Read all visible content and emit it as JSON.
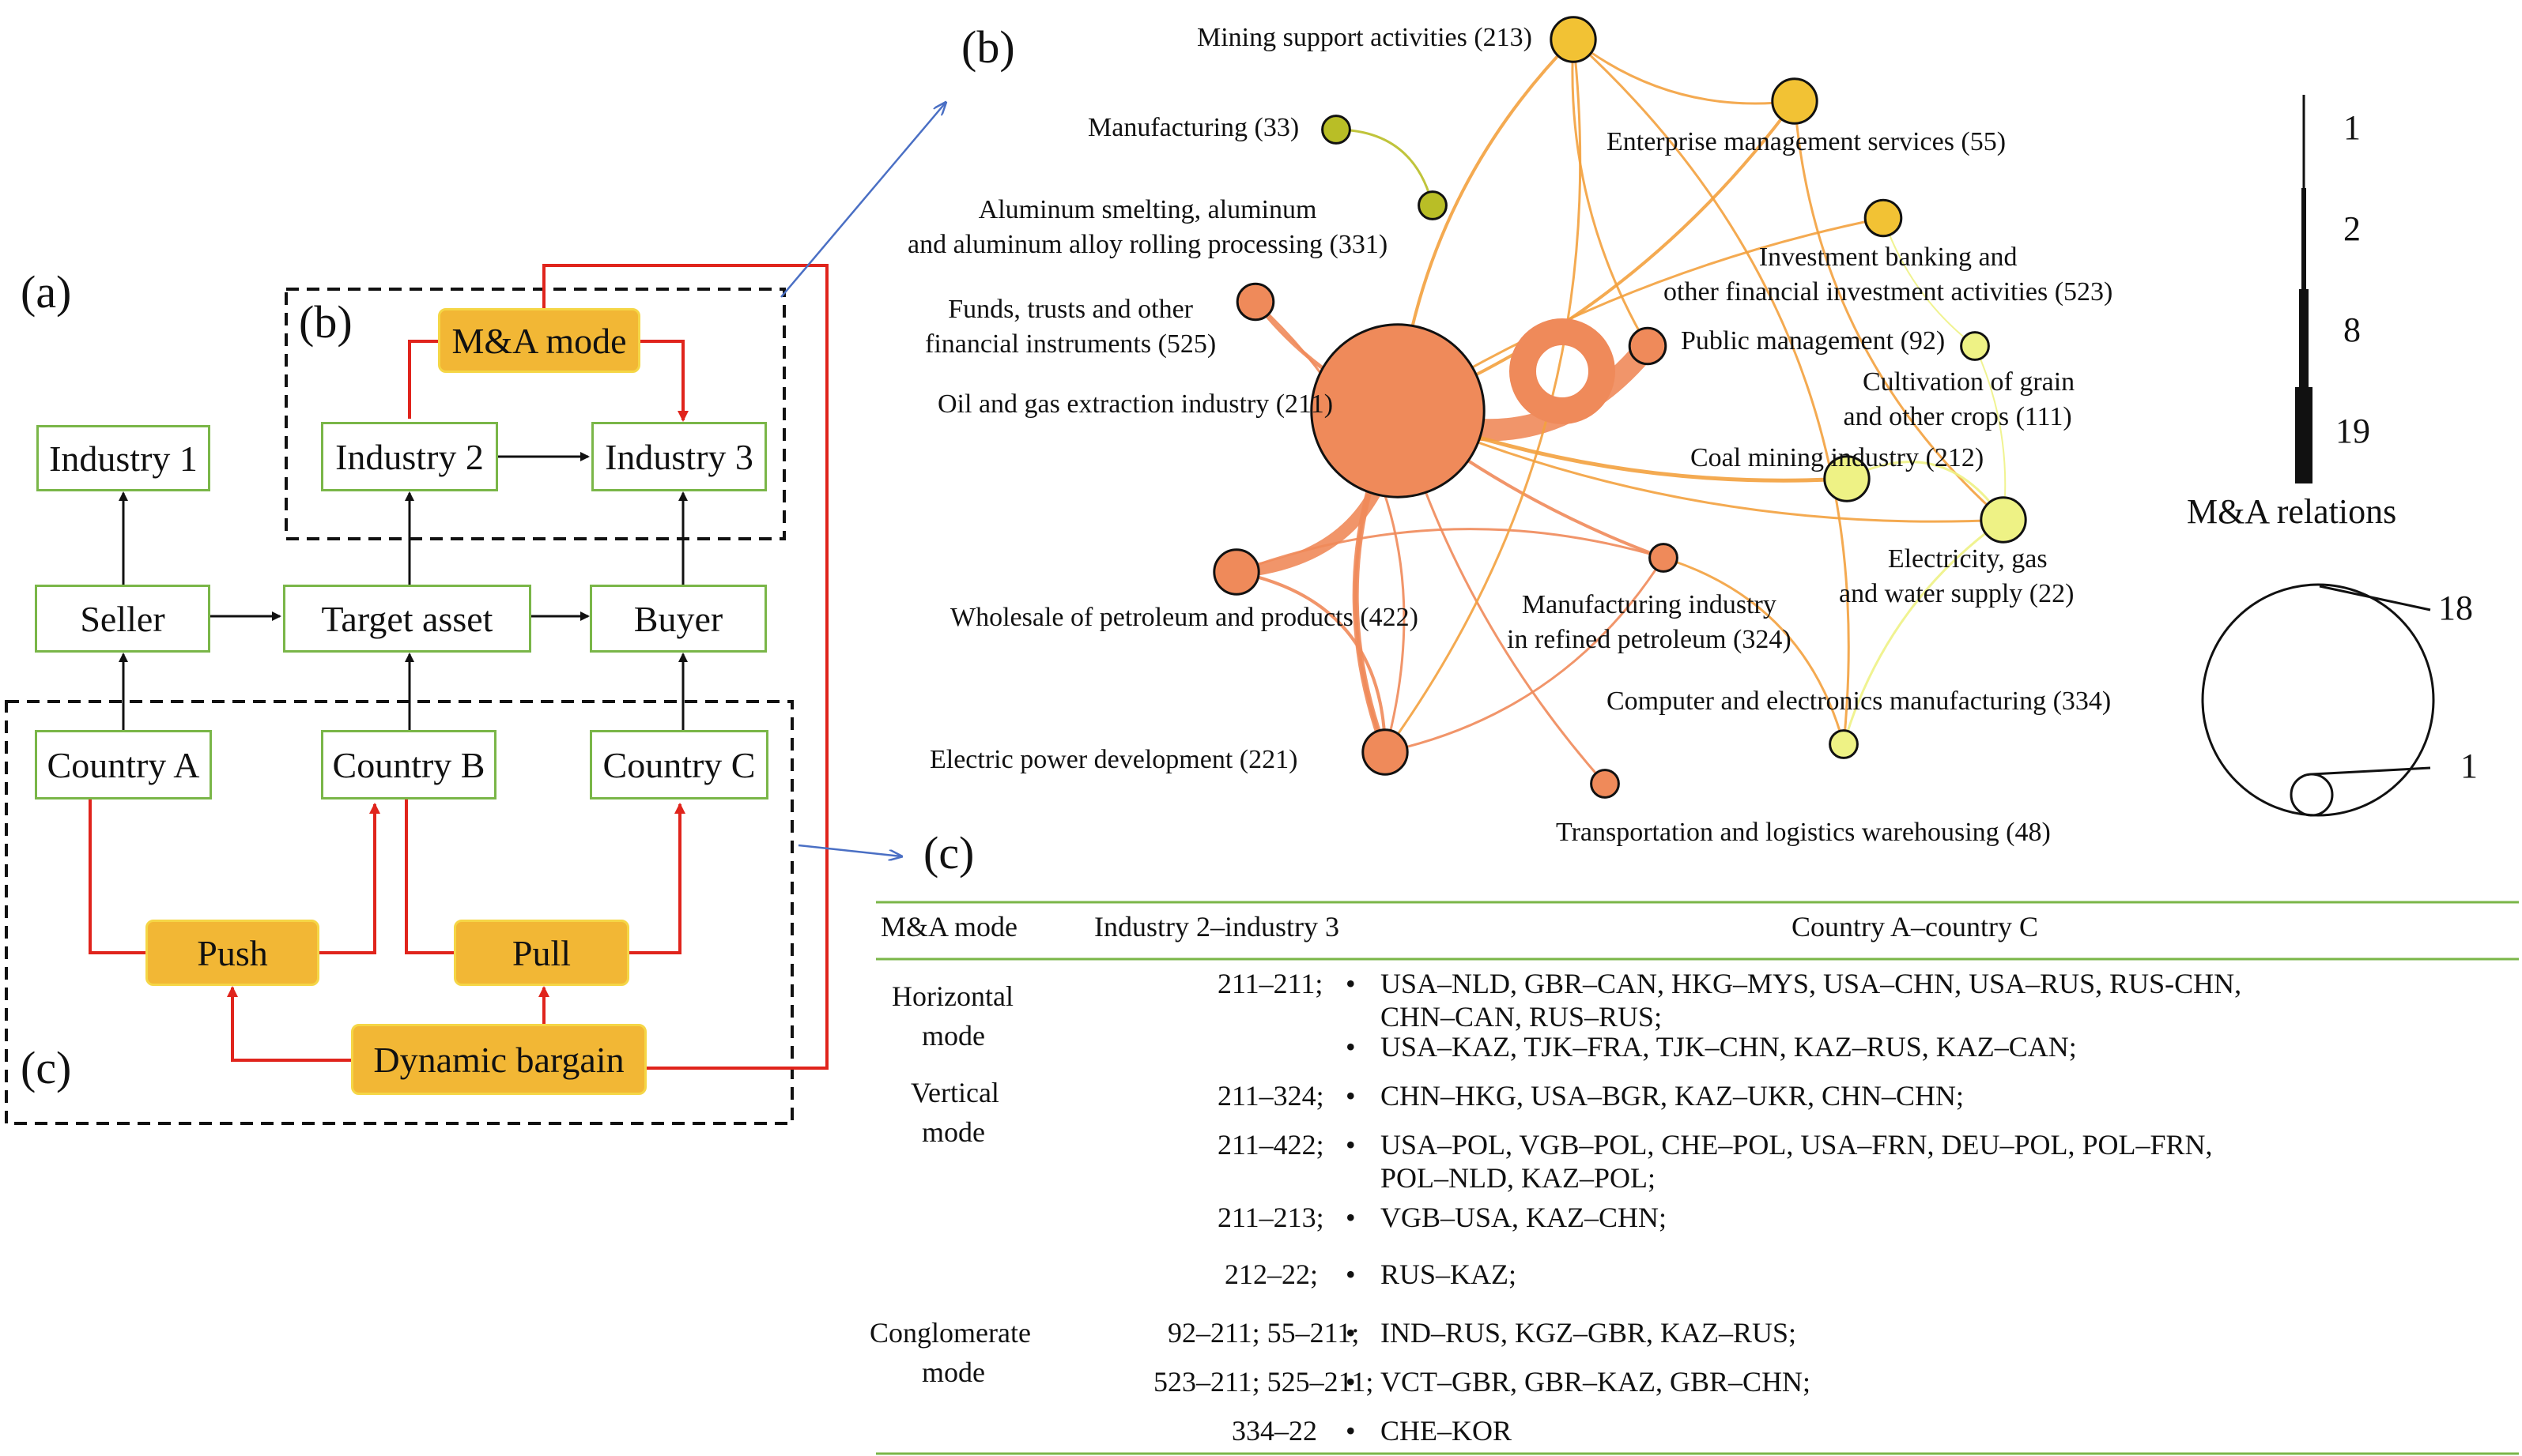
{
  "panel_a": {
    "label": "(a)",
    "label_b": "(b)",
    "label_c": "(c)",
    "industry1": "Industry 1",
    "industry2": "Industry 2",
    "industry3": "Industry 3",
    "ma_mode": "M&A mode",
    "seller": "Seller",
    "target": "Target asset",
    "buyer": "Buyer",
    "countryA": "Country A",
    "countryB": "Country B",
    "countryC": "Country C",
    "push": "Push",
    "pull": "Pull",
    "bargain": "Dynamic bargain"
  },
  "panel_b": {
    "label": "(b)",
    "nodes": [
      {
        "id": "211",
        "line1": "Oil and gas extraction industry (211)",
        "size": 18,
        "color": "#ef8a5a"
      },
      {
        "id": "213",
        "line1": "Mining support activities (213)",
        "size": 3,
        "color": "#f2c234"
      },
      {
        "id": "33",
        "line1": "Manufacturing (33)",
        "size": 1,
        "color": "#b9be26"
      },
      {
        "id": "331",
        "line1": "Aluminum smelting, aluminum",
        "line2": "and aluminum alloy rolling processing (331)",
        "size": 1,
        "color": "#b9be26"
      },
      {
        "id": "55",
        "line1": "Enterprise management services (55)",
        "size": 3,
        "color": "#f2c234"
      },
      {
        "id": "523",
        "line1": "Investment banking and",
        "line2": "other financial investment activities (523)",
        "size": 2,
        "color": "#f2c234"
      },
      {
        "id": "525",
        "line1": "Funds, trusts and other",
        "line2": "financial instruments (525)",
        "size": 2,
        "color": "#ef8a5a"
      },
      {
        "id": "92",
        "line1": "Public management (92)",
        "size": 2,
        "color": "#ef8a5a"
      },
      {
        "id": "111",
        "line1": "Cultivation of grain",
        "line2": "and other crops (111)",
        "size": 1,
        "color": "#eef285"
      },
      {
        "id": "212",
        "line1": "Coal mining industry (212)",
        "size": 3,
        "color": "#eef285"
      },
      {
        "id": "22",
        "line1": "Electricity, gas",
        "line2": "and water supply (22)",
        "size": 3,
        "color": "#eef285"
      },
      {
        "id": "422",
        "line1": "Wholesale of petroleum and products (422)",
        "size": 3,
        "color": "#ef8a5a"
      },
      {
        "id": "324",
        "line1": "Manufacturing industry",
        "line2": "in refined petroleum (324)",
        "size": 1,
        "color": "#ef8a5a"
      },
      {
        "id": "334",
        "line1": "Computer and electronics manufacturing (334)",
        "size": 1,
        "color": "#eef285"
      },
      {
        "id": "221",
        "line1": "Electric power development (221)",
        "size": 3,
        "color": "#ef8a5a"
      },
      {
        "id": "48",
        "line1": "Transportation and logistics warehousing (48)",
        "size": 1,
        "color": "#ef8a5a"
      }
    ],
    "legend": {
      "title": "M&A relations",
      "line_values": [
        "1",
        "2",
        "8",
        "19"
      ],
      "circle_max": "18",
      "circle_min": "1"
    }
  },
  "panel_c": {
    "label": "(c)",
    "headers": [
      "M&A mode",
      "Industry 2–industry 3",
      "Country A–country C"
    ],
    "modes": [
      {
        "line1": "Horizontal",
        "line2": "mode"
      },
      {
        "line1": "Vertical",
        "line2": "mode"
      },
      {
        "line1": "Conglomerate",
        "line2": "mode"
      }
    ],
    "rows": [
      {
        "industry": "211–211;",
        "countries": [
          "USA–NLD, GBR–CAN, HKG–MYS, USA–CHN, USA–RUS, RUS-CHN,",
          "CHN–CAN, RUS–RUS;"
        ]
      },
      {
        "industry": "",
        "countries": [
          "USA–KAZ, TJK–FRA, TJK–CHN, KAZ–RUS, KAZ–CAN;"
        ]
      },
      {
        "industry": "211–324;",
        "countries": [
          "CHN–HKG, USA–BGR, KAZ–UKR, CHN–CHN;"
        ]
      },
      {
        "industry": "211–422;",
        "countries": [
          "USA–POL, VGB–POL, CHE–POL, USA–FRN, DEU–POL, POL–FRN,",
          "POL–NLD, KAZ–POL;"
        ]
      },
      {
        "industry": "211–213;",
        "countries": [
          "VGB–USA, KAZ–CHN;"
        ]
      },
      {
        "industry": "212–22;",
        "countries": [
          "RUS–KAZ;"
        ]
      },
      {
        "industry": "92–211; 55–211;",
        "countries": [
          "IND–RUS, KGZ–GBR, KAZ–RUS;"
        ]
      },
      {
        "industry": "523–211; 525–211;",
        "countries": [
          "VCT–GBR, GBR–KAZ, GBR–CHN;"
        ]
      },
      {
        "industry": "334–22",
        "countries": [
          "CHE–KOR"
        ]
      }
    ],
    "bullet": "•"
  }
}
